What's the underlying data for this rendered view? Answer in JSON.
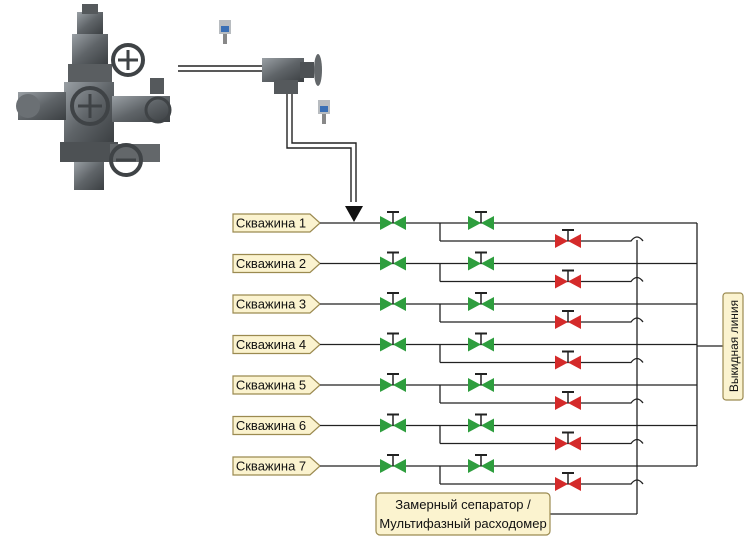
{
  "wells": [
    {
      "label": "Скважина 1"
    },
    {
      "label": "Скважина 2"
    },
    {
      "label": "Скважина 3"
    },
    {
      "label": "Скважина 4"
    },
    {
      "label": "Скважина 5"
    },
    {
      "label": "Скважина 6"
    },
    {
      "label": "Скважина 7"
    }
  ],
  "outlet_line_label": "Выкидная линия",
  "separator": {
    "line1": "Замерный сепаратор /",
    "line2": "Мультифазный расходомер"
  },
  "colors": {
    "label_fill": "#fbf3cf",
    "label_border": "#9b8a50",
    "valve_green": "#2e9e3e",
    "valve_red": "#d42a2a",
    "pipe": "#222222",
    "equipment": "#6e7276"
  },
  "icons": [
    "christmas-tree-wellhead",
    "choke-valve",
    "pressure-transmitter",
    "gate-valve"
  ]
}
